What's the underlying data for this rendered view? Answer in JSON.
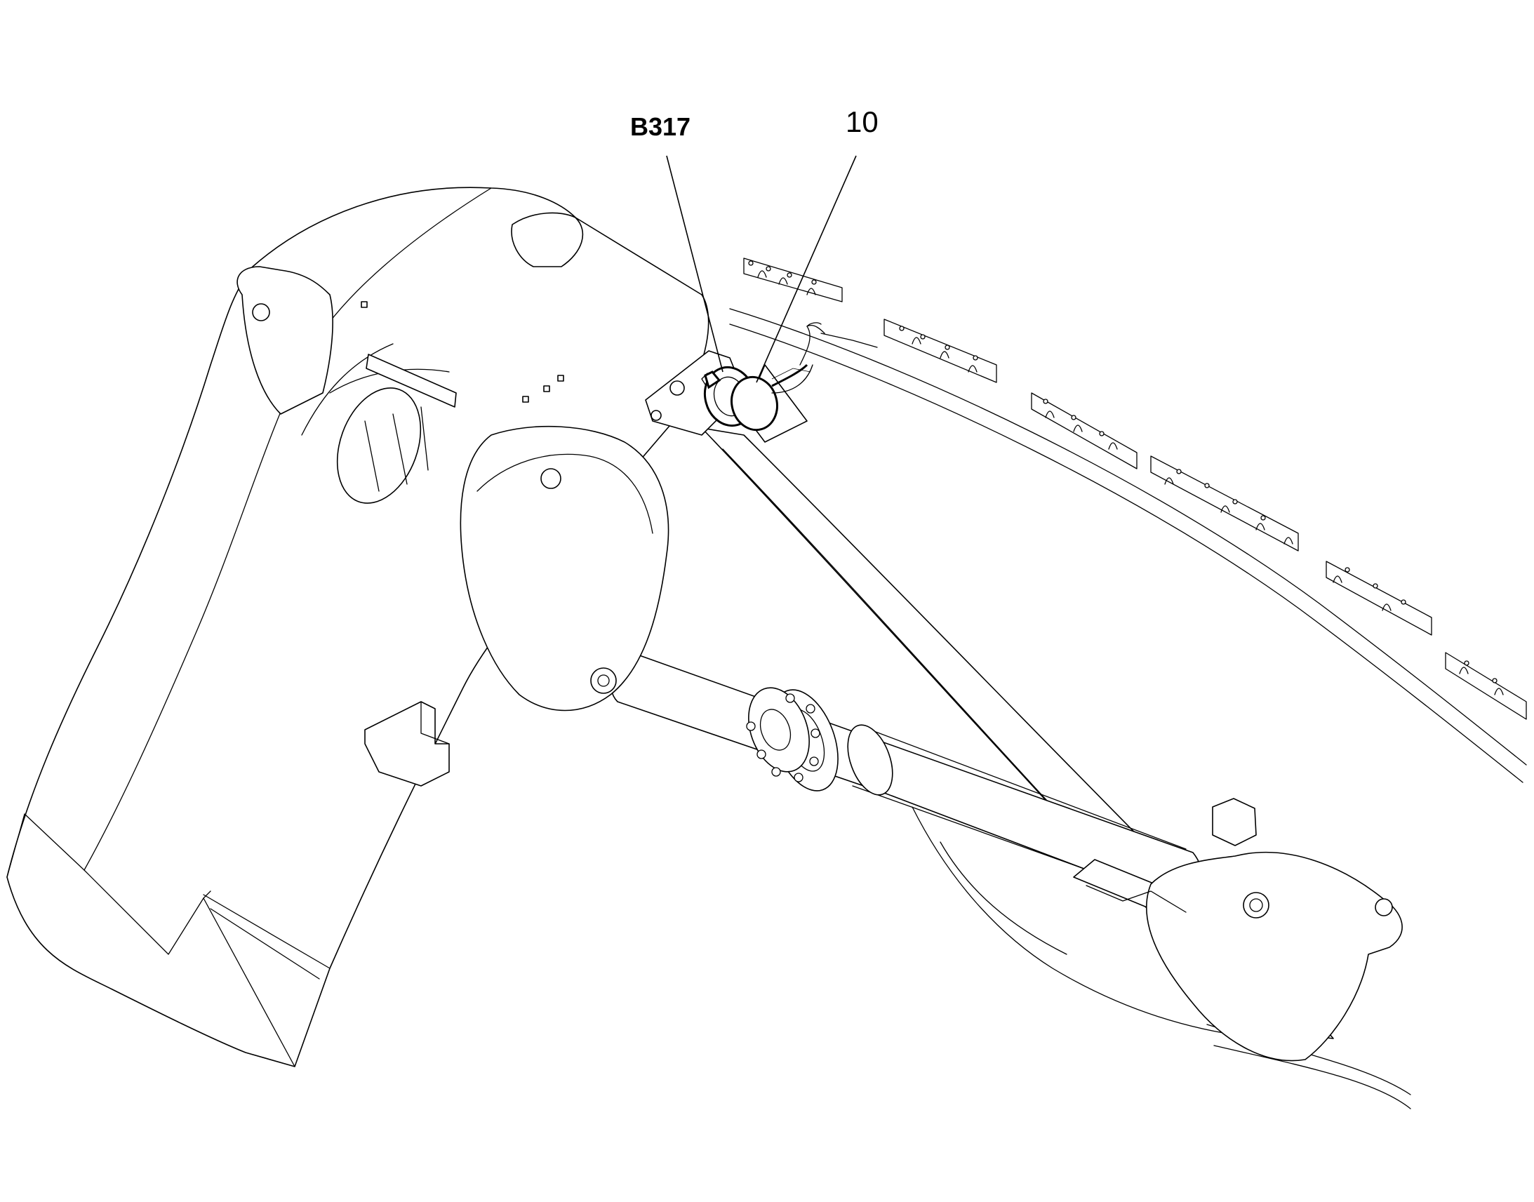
{
  "callouts": [
    {
      "label": "B317",
      "weight": "bold",
      "target": "speed-sensor"
    },
    {
      "label": "10",
      "weight": "normal",
      "target": "sensor-cable"
    }
  ],
  "colors": {
    "line": "#000000",
    "background": "#ffffff"
  }
}
